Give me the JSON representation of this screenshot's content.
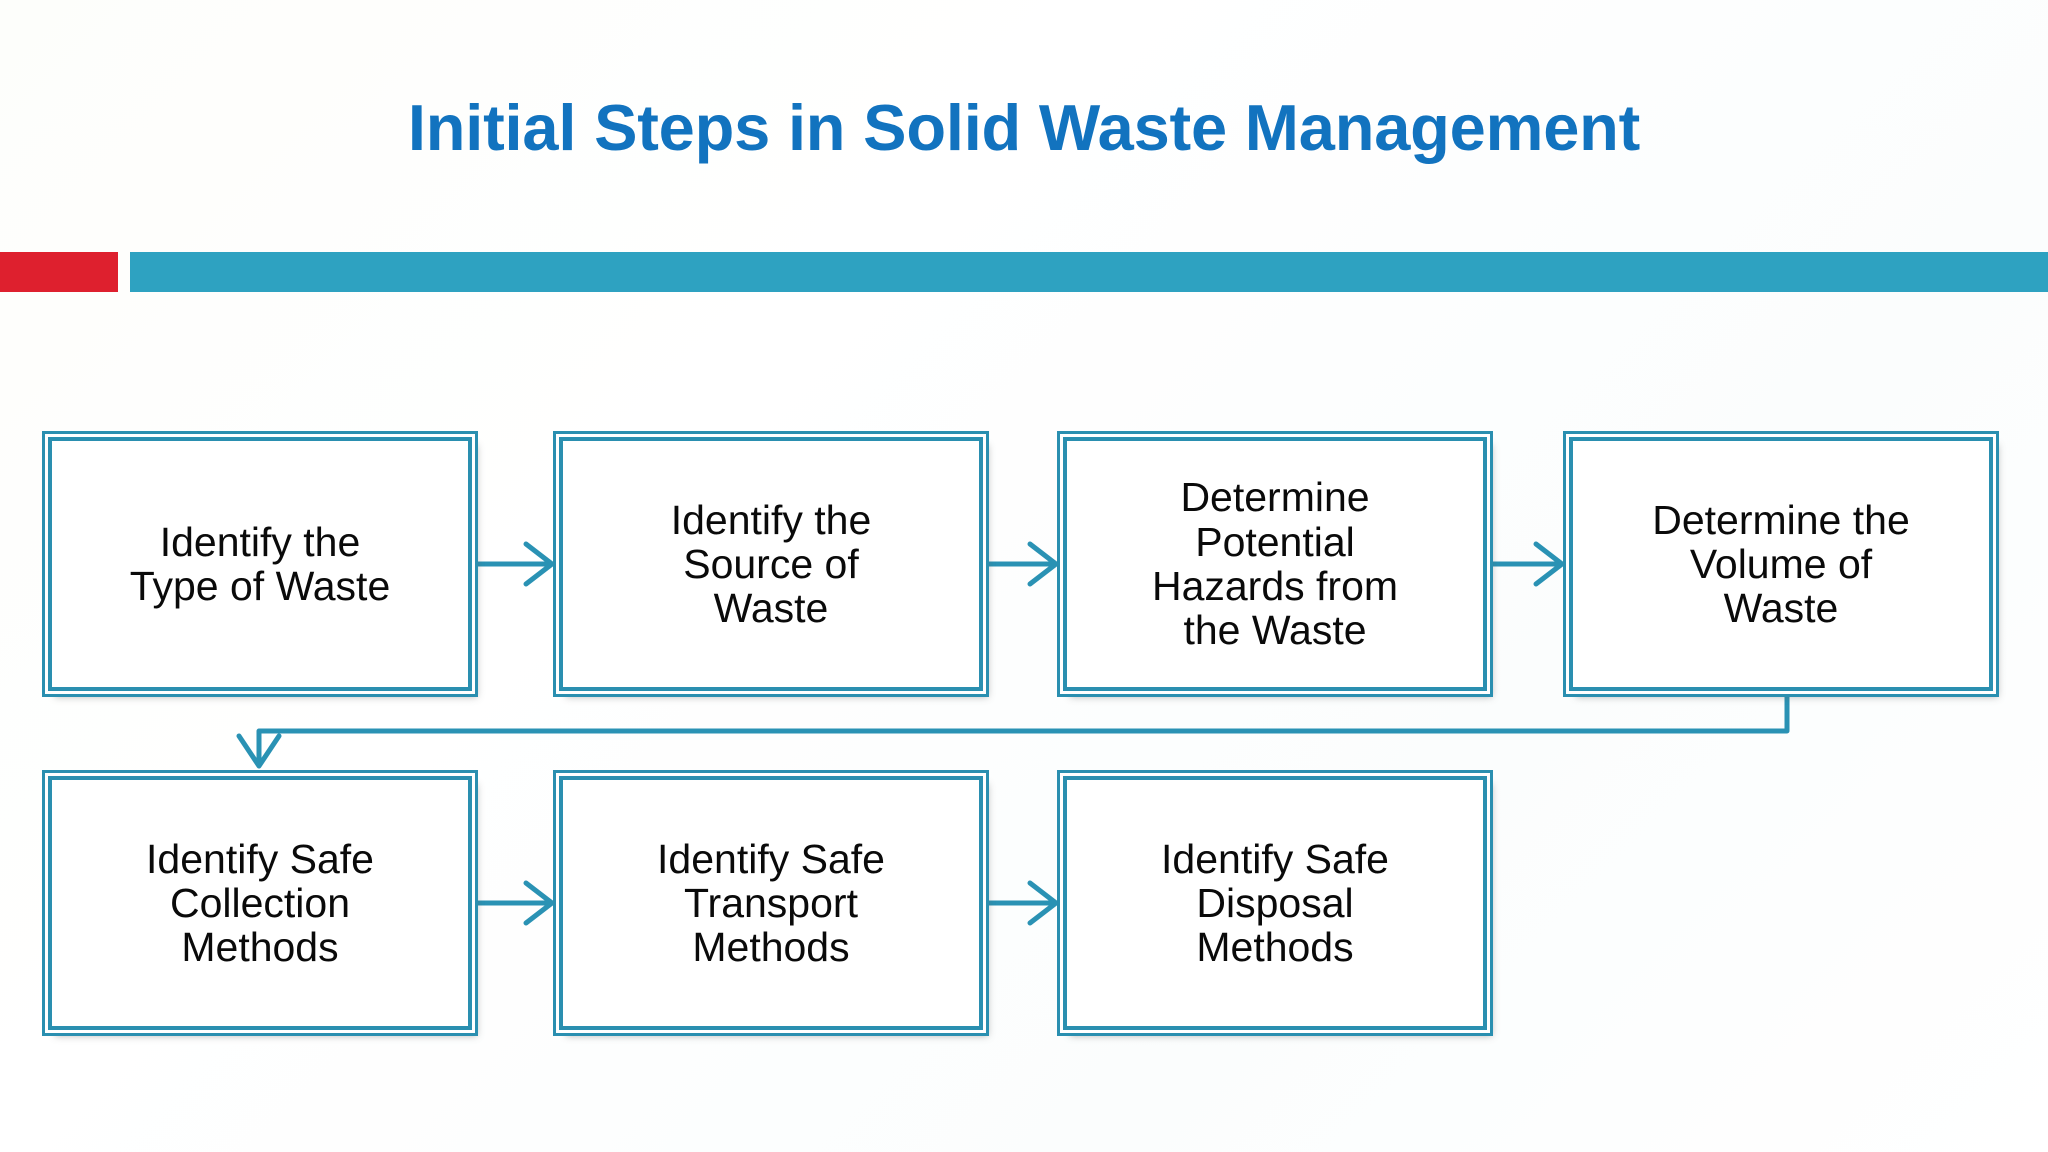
{
  "slide": {
    "title": "Initial Steps in Solid Waste Management",
    "accent_blue": "#1273BF",
    "accent_teal": "#2EA2C1",
    "accent_red": "#DE202E",
    "box_border": "#2A8FB0",
    "background": "#FFFFFF"
  },
  "divider": {
    "red_label": "red-accent-bar",
    "teal_label": "teal-accent-bar"
  },
  "flow": {
    "type": "process-flow-diagram",
    "rows": [
      {
        "row": 1,
        "steps": [
          {
            "index": 1,
            "label": "Identify the\nType of Waste"
          },
          {
            "index": 2,
            "label": "Identify the\nSource of\nWaste"
          },
          {
            "index": 3,
            "label": "Determine\nPotential\nHazards from\nthe Waste"
          },
          {
            "index": 4,
            "label": "Determine the\nVolume of\nWaste"
          }
        ]
      },
      {
        "row": 2,
        "steps": [
          {
            "index": 5,
            "label": "Identify Safe\nCollection\nMethods"
          },
          {
            "index": 6,
            "label": "Identify Safe\nTransport\nMethods"
          },
          {
            "index": 7,
            "label": "Identify Safe\nDisposal\nMethods"
          }
        ]
      }
    ],
    "connectors": [
      {
        "from": 1,
        "to": 2,
        "kind": "arrow-right"
      },
      {
        "from": 2,
        "to": 3,
        "kind": "arrow-right"
      },
      {
        "from": 3,
        "to": 4,
        "kind": "arrow-right"
      },
      {
        "from": 4,
        "to": 5,
        "kind": "elbow-wrap-down"
      },
      {
        "from": 5,
        "to": 6,
        "kind": "arrow-right"
      },
      {
        "from": 6,
        "to": 7,
        "kind": "arrow-right"
      }
    ]
  }
}
